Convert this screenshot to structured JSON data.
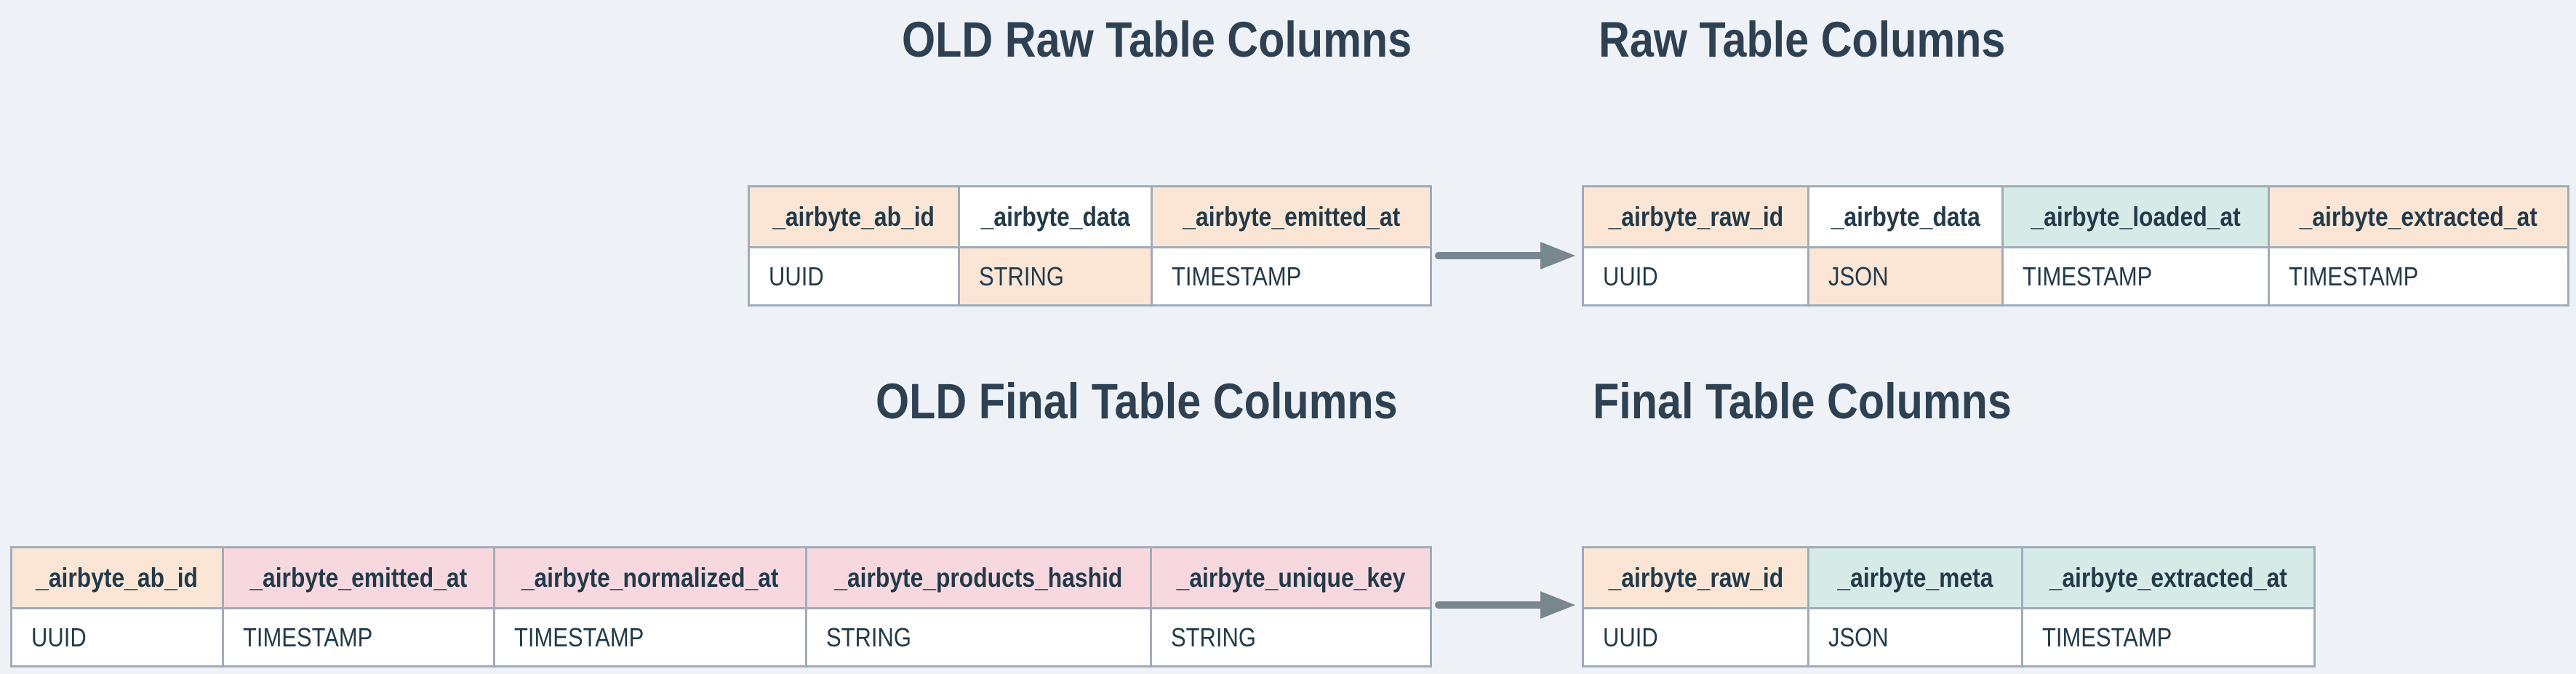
{
  "titles": {
    "old_raw": "OLD Raw Table Columns",
    "raw": "Raw Table Columns",
    "old_final": "OLD Final Table Columns",
    "final": "Final Table Columns"
  },
  "colors": {
    "background": "#eef2f6",
    "table_border": "#9fadb9",
    "text": "#223a49",
    "title_text": "#2d4152",
    "arrow": "#78868f",
    "cell_peach": "#fbe6d6",
    "cell_pink": "#f8d8df",
    "cell_teal": "#d6eae7",
    "cell_white": "#ffffff"
  },
  "icons": {
    "flow_arrow": "arrow-right"
  },
  "tables": {
    "old_raw": {
      "columns": [
        {
          "header": "_airbyte_ab_id",
          "header_bg": "peach",
          "type": "UUID",
          "type_bg": "white"
        },
        {
          "header": "_airbyte_data",
          "header_bg": "white",
          "type": "STRING",
          "type_bg": "peach"
        },
        {
          "header": "_airbyte_emitted_at",
          "header_bg": "peach",
          "type": "TIMESTAMP",
          "type_bg": "white"
        }
      ]
    },
    "raw": {
      "columns": [
        {
          "header": "_airbyte_raw_id",
          "header_bg": "peach",
          "type": "UUID",
          "type_bg": "white"
        },
        {
          "header": "_airbyte_data",
          "header_bg": "white",
          "type": "JSON",
          "type_bg": "peach"
        },
        {
          "header": "_airbyte_loaded_at",
          "header_bg": "teal",
          "type": "TIMESTAMP",
          "type_bg": "white"
        },
        {
          "header": "_airbyte_extracted_at",
          "header_bg": "peach",
          "type": "TIMESTAMP",
          "type_bg": "white"
        }
      ]
    },
    "old_final": {
      "columns": [
        {
          "header": "_airbyte_ab_id",
          "header_bg": "peach",
          "type": "UUID",
          "type_bg": "white"
        },
        {
          "header": "_airbyte_emitted_at",
          "header_bg": "pink",
          "type": "TIMESTAMP",
          "type_bg": "white"
        },
        {
          "header": "_airbyte_normalized_at",
          "header_bg": "pink",
          "type": "TIMESTAMP",
          "type_bg": "white"
        },
        {
          "header": "_airbyte_products_hashid",
          "header_bg": "pink",
          "type": "STRING",
          "type_bg": "white"
        },
        {
          "header": "_airbyte_unique_key",
          "header_bg": "pink",
          "type": "STRING",
          "type_bg": "white"
        }
      ]
    },
    "final": {
      "columns": [
        {
          "header": "_airbyte_raw_id",
          "header_bg": "peach",
          "type": "UUID",
          "type_bg": "white"
        },
        {
          "header": "_airbyte_meta",
          "header_bg": "teal",
          "type": "JSON",
          "type_bg": "white"
        },
        {
          "header": "_airbyte_extracted_at",
          "header_bg": "teal",
          "type": "TIMESTAMP",
          "type_bg": "white"
        }
      ]
    }
  }
}
